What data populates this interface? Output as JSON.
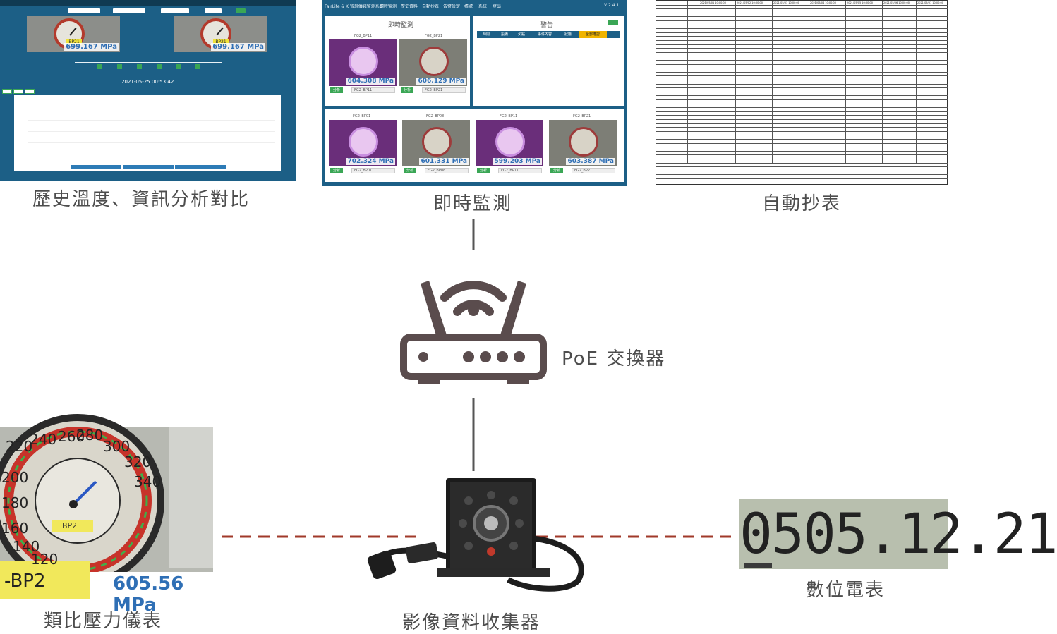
{
  "colors": {
    "dashboard_blue": "#1c5f86",
    "accent_green": "#3aa655",
    "reading_blue": "#2f6fb5",
    "icon_dark": "#5a4c4d",
    "link_line": "#555555",
    "dashed_red": "#a0392a"
  },
  "captions": {
    "history": "歷史溫度、資訊分析對比",
    "live": "即時監測",
    "auto_reading": "自動抄表",
    "switch": "PoE 交換器",
    "analog_gauge": "類比壓力儀表",
    "collector": "影像資料收集器",
    "digital_meter": "數位電表"
  },
  "history_panel": {
    "readings": [
      "699.167 MPa",
      "699.167 MPa"
    ],
    "gauge_tags": [
      "BP21",
      "BP21"
    ],
    "date_time": "2021-05-25 00:53:42"
  },
  "live_panel": {
    "title": "FairLife & K 智慧儀錶監測系統",
    "version": "V 2.4.1",
    "nav_items": [
      "即時監測",
      "歷史資料",
      "自動抄表",
      "告警設定",
      "帳號",
      "系統",
      "登出"
    ],
    "section_live": "即時監測",
    "section_alert": "警告",
    "alert_columns": [
      "時間",
      "設備",
      "欠點",
      "事件內容",
      "狀態"
    ],
    "alert_button": "全部確認",
    "cameras": [
      {
        "id": "FG2_BP11",
        "value": "604.308 MPa",
        "select": "FG2_BP11",
        "theme": "purple"
      },
      {
        "id": "FG2_BP21",
        "value": "606.129 MPa",
        "select": "FG2_BP21",
        "theme": "grey"
      },
      {
        "id": "FG2_BP01",
        "value": "702.324 MPa",
        "select": "FG2_BP01",
        "theme": "purple"
      },
      {
        "id": "FG2_BP08",
        "value": "601.331 MPa",
        "select": "FG2_BP08",
        "theme": "grey"
      },
      {
        "id": "FG2_BP11",
        "value": "599.203 MPa",
        "select": "FG2_BP11",
        "theme": "purple"
      },
      {
        "id": "FG2_BP21",
        "value": "603.387 MPa",
        "select": "FG2_BP21",
        "theme": "grey"
      }
    ],
    "camera_button": "分析"
  },
  "table_panel": {
    "columns": [
      "2021/05/01 10:00:00",
      "2021/05/02 10:00:00",
      "2021/05/03 10:00:00",
      "2021/05/04 10:00:00",
      "2021/05/05 10:00:00",
      "2021/05/06 10:00:00",
      "2021/05/07 10:00:00"
    ]
  },
  "big_gauge": {
    "scale": [
      "120",
      "140",
      "160",
      "180",
      "200",
      "220",
      "240",
      "260",
      "280",
      "300",
      "320",
      "340"
    ],
    "tag": "BP2",
    "label": "-BP2",
    "reading": "605.56 MPa"
  },
  "digital_meter": {
    "display": "0505.12.21"
  }
}
